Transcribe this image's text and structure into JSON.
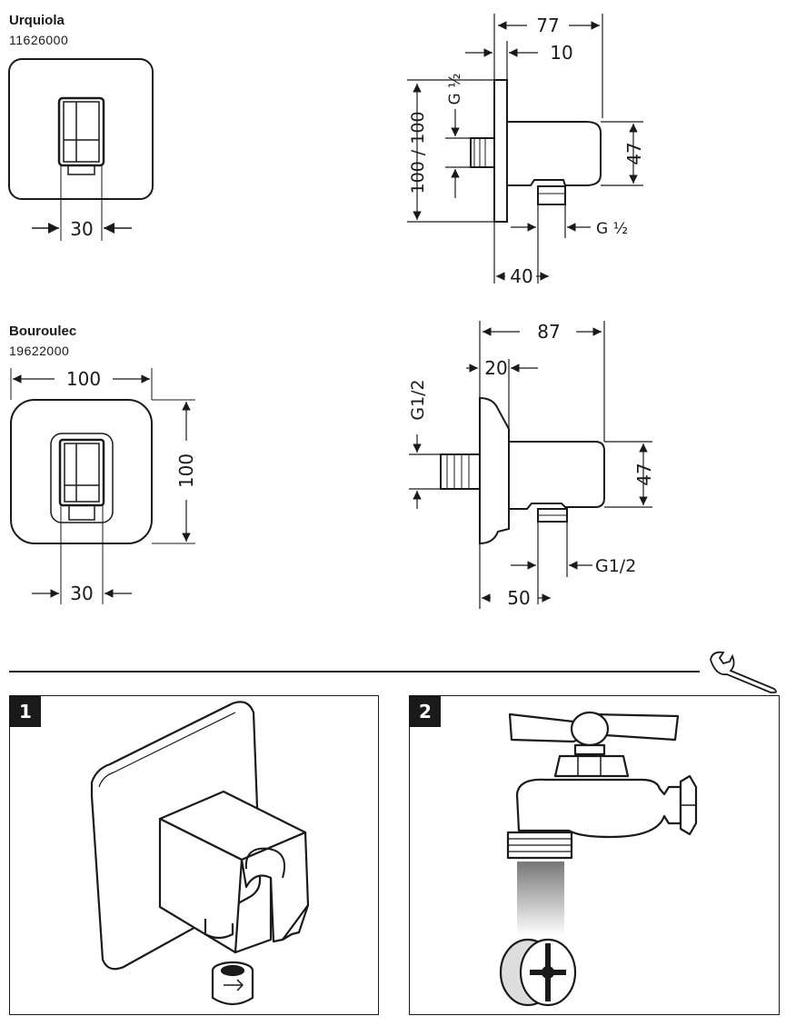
{
  "products": [
    {
      "name": "Urquiola",
      "code": "11626000"
    },
    {
      "name": "Bouroulec",
      "code": "19622000"
    }
  ],
  "urquiola_dims": {
    "front_width": "30",
    "side_depth": "77",
    "side_plate": "10",
    "side_height": "100 / 100",
    "side_thread_top": "G ½",
    "side_body": "47",
    "side_thread_bottom": "G ½",
    "side_bottom": "40"
  },
  "bouroulec_dims": {
    "front_top": "100",
    "front_height": "100",
    "front_width": "30",
    "side_depth": "87",
    "side_plate": "20",
    "side_thread_top": "G1/2",
    "side_body": "47",
    "side_thread_bottom": "G1/2",
    "side_bottom": "50"
  },
  "steps": [
    {
      "number": "1"
    },
    {
      "number": "2"
    }
  ],
  "icons": {
    "tool": "wrench-icon"
  }
}
